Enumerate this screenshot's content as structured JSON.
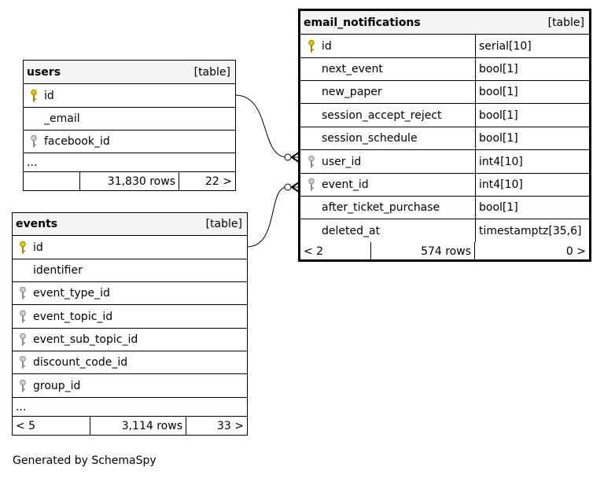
{
  "tables": {
    "users": {
      "name": "users",
      "type": "[table]",
      "columns": [
        {
          "name": "id",
          "key": "primary"
        },
        {
          "name": "_email",
          "key": ""
        },
        {
          "name": "facebook_id",
          "key": "foreign"
        }
      ],
      "ellipsis": "...",
      "footer": {
        "left": "",
        "rows": "31,830 rows",
        "right": "22 >"
      }
    },
    "events": {
      "name": "events",
      "type": "[table]",
      "columns": [
        {
          "name": "id",
          "key": "primary"
        },
        {
          "name": "identifier",
          "key": ""
        },
        {
          "name": "event_type_id",
          "key": "foreign"
        },
        {
          "name": "event_topic_id",
          "key": "foreign"
        },
        {
          "name": "event_sub_topic_id",
          "key": "foreign"
        },
        {
          "name": "discount_code_id",
          "key": "foreign"
        },
        {
          "name": "group_id",
          "key": "foreign"
        }
      ],
      "ellipsis": "...",
      "footer": {
        "left": "< 5",
        "rows": "3,114 rows",
        "right": "33 >"
      }
    },
    "email_notifications": {
      "name": "email_notifications",
      "type": "[table]",
      "columns": [
        {
          "name": "id",
          "type": "serial[10]",
          "key": "primary"
        },
        {
          "name": "next_event",
          "type": "bool[1]",
          "key": ""
        },
        {
          "name": "new_paper",
          "type": "bool[1]",
          "key": ""
        },
        {
          "name": "session_accept_reject",
          "type": "bool[1]",
          "key": ""
        },
        {
          "name": "session_schedule",
          "type": "bool[1]",
          "key": ""
        },
        {
          "name": "user_id",
          "type": "int4[10]",
          "key": "foreign"
        },
        {
          "name": "event_id",
          "type": "int4[10]",
          "key": "foreign"
        },
        {
          "name": "after_ticket_purchase",
          "type": "bool[1]",
          "key": ""
        },
        {
          "name": "deleted_at",
          "type": "timestamptz[35,6]",
          "key": ""
        }
      ],
      "footer": {
        "left": "< 2",
        "rows": "574 rows",
        "right": "0 >"
      }
    }
  },
  "colors": {
    "primary_key": "#e6c800",
    "foreign_key": "#a8a8a8",
    "header_bg": "#f4f4f4"
  },
  "footer_text": "Generated by SchemaSpy"
}
